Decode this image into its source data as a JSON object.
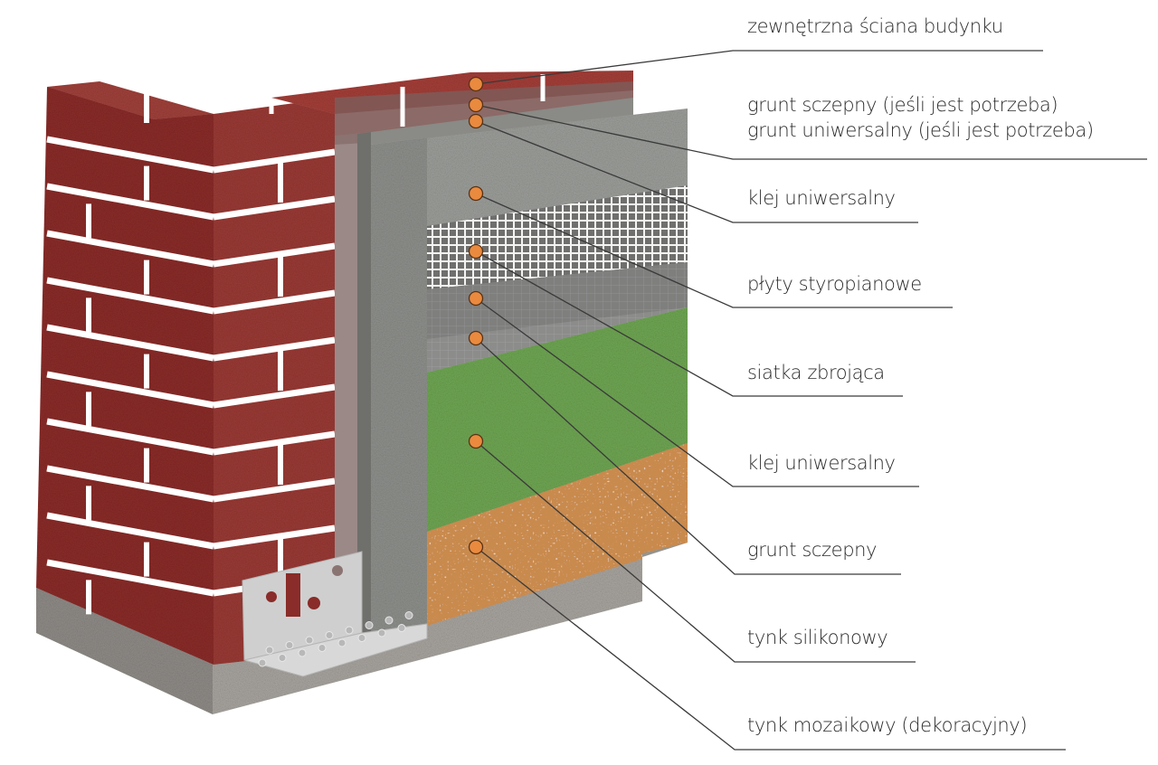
{
  "diagram": {
    "title": "",
    "subject": "ETICS external wall insulation system cross-section",
    "colors": {
      "brick": "#8e2f2c",
      "mortar_joint": "#ffffff",
      "primer_layer": "#8a8a86",
      "eps_board": "#9c9e9a",
      "reinforcing_mesh": "#f3f3f1",
      "adhesive_layer": "#7c7c7b",
      "silicone_render": "#6fa653",
      "mosaic_render": "#c98a4e",
      "plinth_concrete": "#a39f9b",
      "starter_profile": "#cfcfcf",
      "marker": "#e98a3f",
      "marker_stroke": "#5a3214",
      "leader_line": "#3a3a3a"
    },
    "callouts": [
      {
        "id": "outer-wall",
        "lines": [
          "zewnętrzna ściana budynku"
        ]
      },
      {
        "id": "primers",
        "lines": [
          "grunt sczepny (jeśli jest potrzeba)",
          "grunt uniwersalny (jeśli jest potrzeba)"
        ]
      },
      {
        "id": "adhesive-1",
        "lines": [
          "klej uniwersalny"
        ]
      },
      {
        "id": "eps-boards",
        "lines": [
          "płyty styropianowe"
        ]
      },
      {
        "id": "mesh",
        "lines": [
          "siatka zbrojąca"
        ]
      },
      {
        "id": "adhesive-2",
        "lines": [
          "klej uniwersalny"
        ]
      },
      {
        "id": "primer-coat",
        "lines": [
          "grunt sczepny"
        ]
      },
      {
        "id": "silicone-render",
        "lines": [
          "tynk silikonowy"
        ]
      },
      {
        "id": "mosaic-render",
        "lines": [
          "tynk mozaikowy (dekoracyjny)"
        ]
      }
    ]
  }
}
